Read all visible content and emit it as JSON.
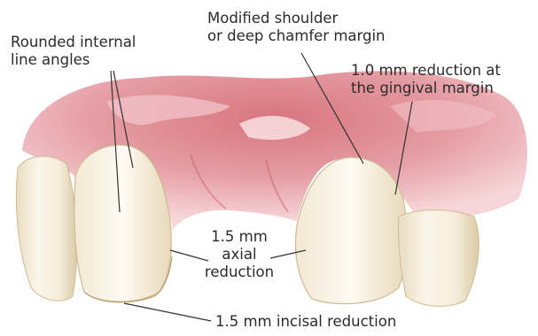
{
  "labels": {
    "rounded_line_1": "Rounded internal",
    "rounded_line_2": "line angles",
    "shoulder_line_1": "Modified shoulder",
    "shoulder_line_2": "or deep chamfer margin",
    "gingival_line_1": "1.0 mm reduction at",
    "gingival_line_2": "the gingival margin",
    "axial_line_1": "1.5 mm",
    "axial_line_2": "axial",
    "axial_line_3": "reduction",
    "incisal": "1.5 mm incisal reduction"
  },
  "colors": {
    "gingiva": "#d97e86",
    "gingiva_light": "#f4cfd2",
    "tooth": "#f5ecd8",
    "tooth_shadow": "#d9c7a4",
    "leader": "#333333"
  }
}
